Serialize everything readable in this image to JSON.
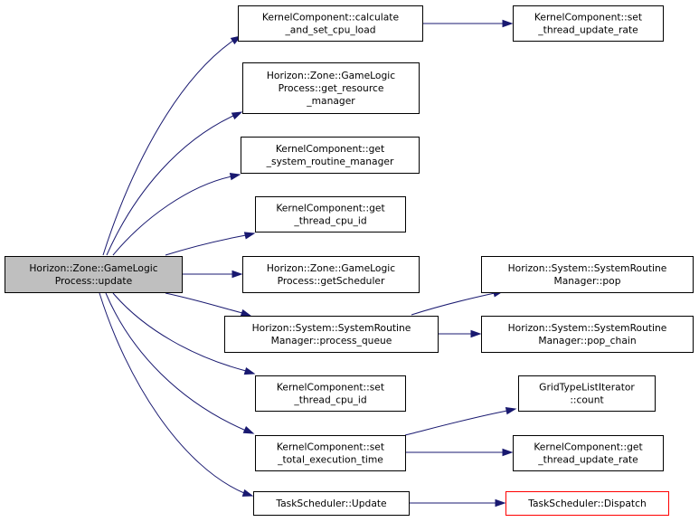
{
  "colors": {
    "edge": "#191970",
    "node_border": "#000000",
    "node_fill": "#ffffff",
    "root_fill": "#bfbfbf",
    "truncated_border": "#ff0000"
  },
  "nodes": [
    {
      "id": "root",
      "lines": [
        "Horizon::Zone::GameLogic",
        "Process::update"
      ],
      "style": "root"
    },
    {
      "id": "calc_cpu",
      "lines": [
        "KernelComponent::calculate",
        "_and_set_cpu_load"
      ],
      "style": "normal"
    },
    {
      "id": "set_rate",
      "lines": [
        "KernelComponent::set",
        "_thread_update_rate"
      ],
      "style": "normal"
    },
    {
      "id": "get_res",
      "lines": [
        "Horizon::Zone::GameLogic",
        "Process::get_resource",
        "_manager"
      ],
      "style": "normal"
    },
    {
      "id": "get_srm",
      "lines": [
        "KernelComponent::get",
        "_system_routine_manager"
      ],
      "style": "normal"
    },
    {
      "id": "get_cpu_id",
      "lines": [
        "KernelComponent::get",
        "_thread_cpu_id"
      ],
      "style": "normal"
    },
    {
      "id": "get_sched",
      "lines": [
        "Horizon::Zone::GameLogic",
        "Process::getScheduler"
      ],
      "style": "normal"
    },
    {
      "id": "pop",
      "lines": [
        "Horizon::System::SystemRoutine",
        "Manager::pop"
      ],
      "style": "normal"
    },
    {
      "id": "proc_queue",
      "lines": [
        "Horizon::System::SystemRoutine",
        "Manager::process_queue"
      ],
      "style": "normal"
    },
    {
      "id": "pop_chain",
      "lines": [
        "Horizon::System::SystemRoutine",
        "Manager::pop_chain"
      ],
      "style": "normal"
    },
    {
      "id": "set_cpu_id",
      "lines": [
        "KernelComponent::set",
        "_thread_cpu_id"
      ],
      "style": "normal"
    },
    {
      "id": "grid_count",
      "lines": [
        "GridTypeListIterator",
        "::count"
      ],
      "style": "normal"
    },
    {
      "id": "set_total",
      "lines": [
        "KernelComponent::set",
        "_total_execution_time"
      ],
      "style": "normal"
    },
    {
      "id": "get_rate",
      "lines": [
        "KernelComponent::get",
        "_thread_update_rate"
      ],
      "style": "normal"
    },
    {
      "id": "ts_update",
      "lines": [
        "TaskScheduler::Update"
      ],
      "style": "normal"
    },
    {
      "id": "ts_dispatch",
      "lines": [
        "TaskScheduler::Dispatch"
      ],
      "style": "truncated"
    }
  ],
  "edges": [
    {
      "from": "root",
      "to": "calc_cpu"
    },
    {
      "from": "calc_cpu",
      "to": "set_rate"
    },
    {
      "from": "root",
      "to": "get_res"
    },
    {
      "from": "root",
      "to": "get_srm"
    },
    {
      "from": "root",
      "to": "get_cpu_id"
    },
    {
      "from": "root",
      "to": "get_sched"
    },
    {
      "from": "root",
      "to": "proc_queue"
    },
    {
      "from": "proc_queue",
      "to": "pop"
    },
    {
      "from": "proc_queue",
      "to": "pop_chain"
    },
    {
      "from": "root",
      "to": "set_cpu_id"
    },
    {
      "from": "root",
      "to": "set_total"
    },
    {
      "from": "set_total",
      "to": "grid_count"
    },
    {
      "from": "set_total",
      "to": "get_rate"
    },
    {
      "from": "root",
      "to": "ts_update"
    },
    {
      "from": "ts_update",
      "to": "ts_dispatch"
    }
  ]
}
